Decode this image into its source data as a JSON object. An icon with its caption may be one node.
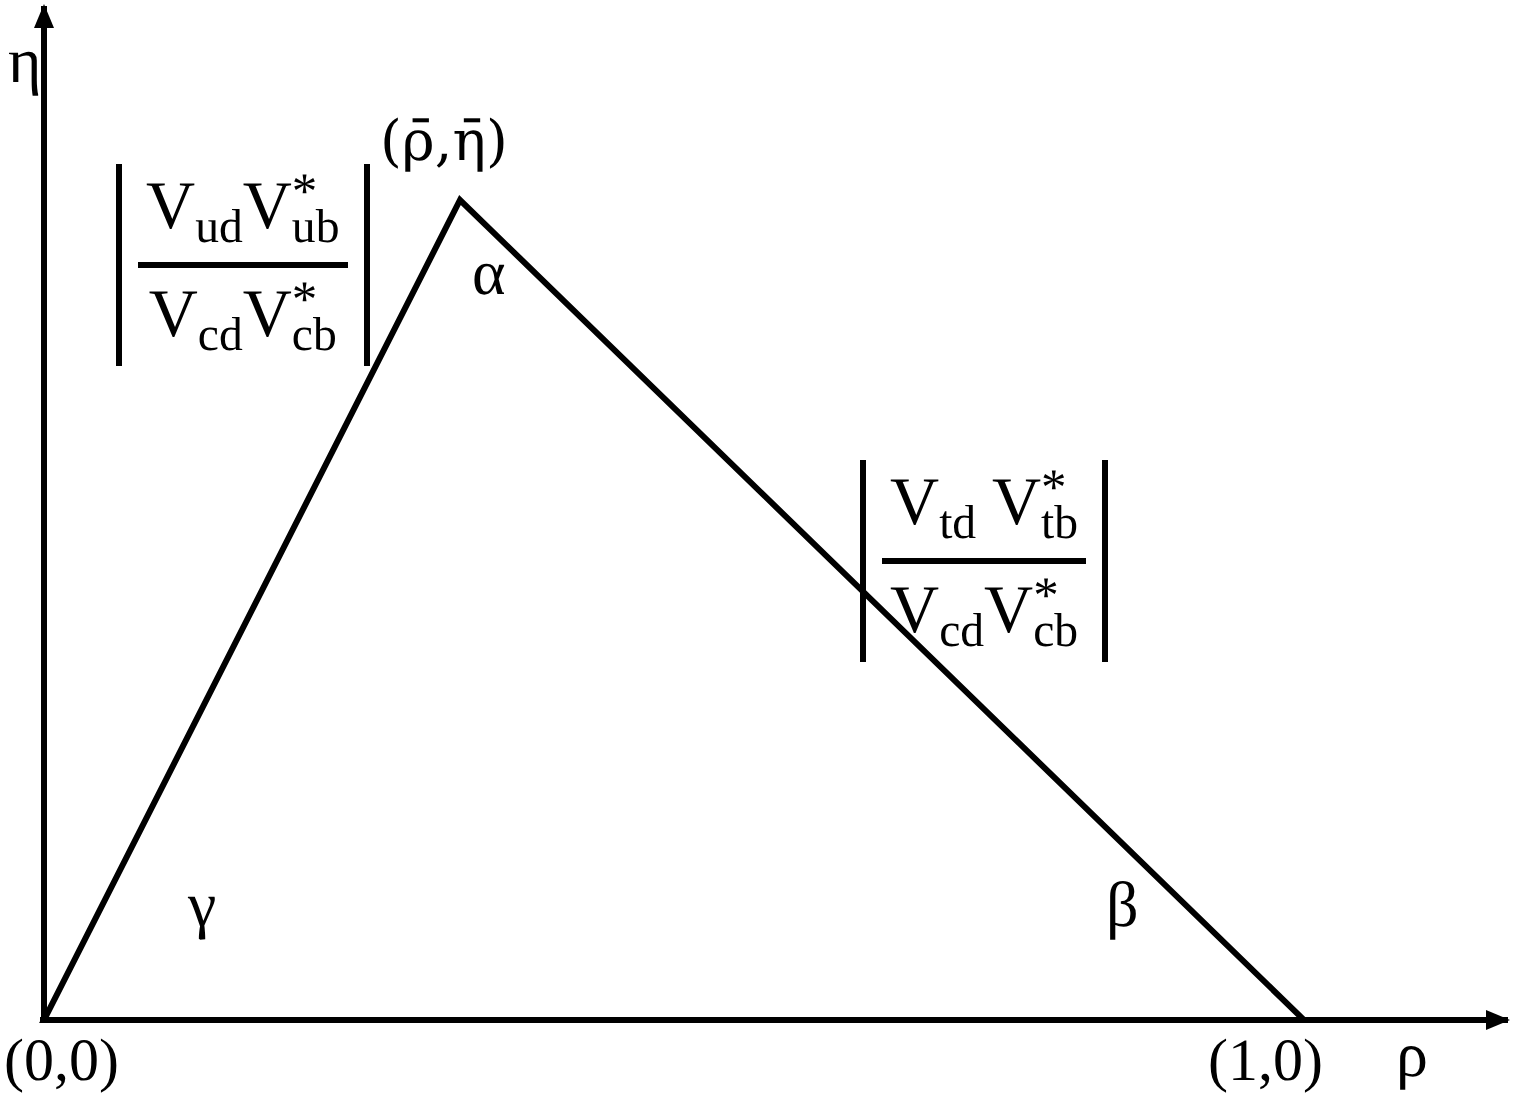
{
  "diagram": {
    "labels": [
      "η",
      "(ρ̄,η̄)",
      "V$_{ud}$V$^{*}$$_{ub}$",
      "V$_{cd}$V$^{*}$$_{cb}$",
      "α",
      "V$_{td}$ V$^{*}$$_{tb}$",
      "V$_{cd}$V$^{*}$$_{cb}$",
      "γ",
      "β",
      "(0,0)",
      "(1,0)",
      "ρ"
    ]
  }
}
